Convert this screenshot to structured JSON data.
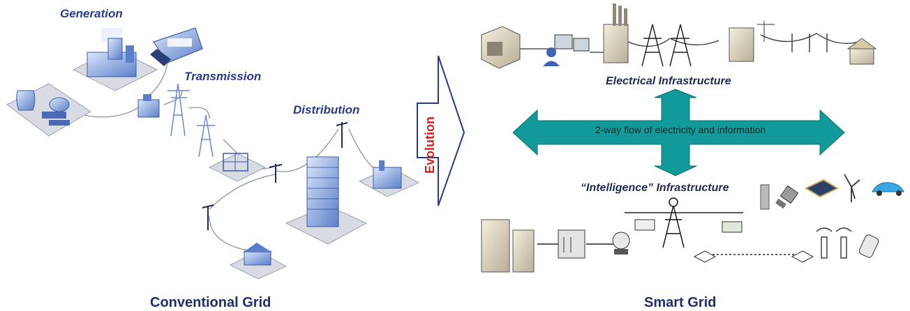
{
  "left": {
    "generation_label": "Generation",
    "transmission_label": "Transmission",
    "distribution_label": "Distribution",
    "caption": "Conventional Grid"
  },
  "middle": {
    "evolution_label": "Evolution"
  },
  "right": {
    "electrical_label": "Electrical Infrastructure",
    "flow_label": "2-way flow of electricity and information",
    "intelligence_label": "“Intelligence” Infrastructure",
    "caption": "Smart Grid"
  },
  "colors": {
    "label_blue": "#2b3a8a",
    "evolution_red": "#d4201f",
    "arrow_teal": "#12999a",
    "caption_navy": "#1f2f6e"
  }
}
